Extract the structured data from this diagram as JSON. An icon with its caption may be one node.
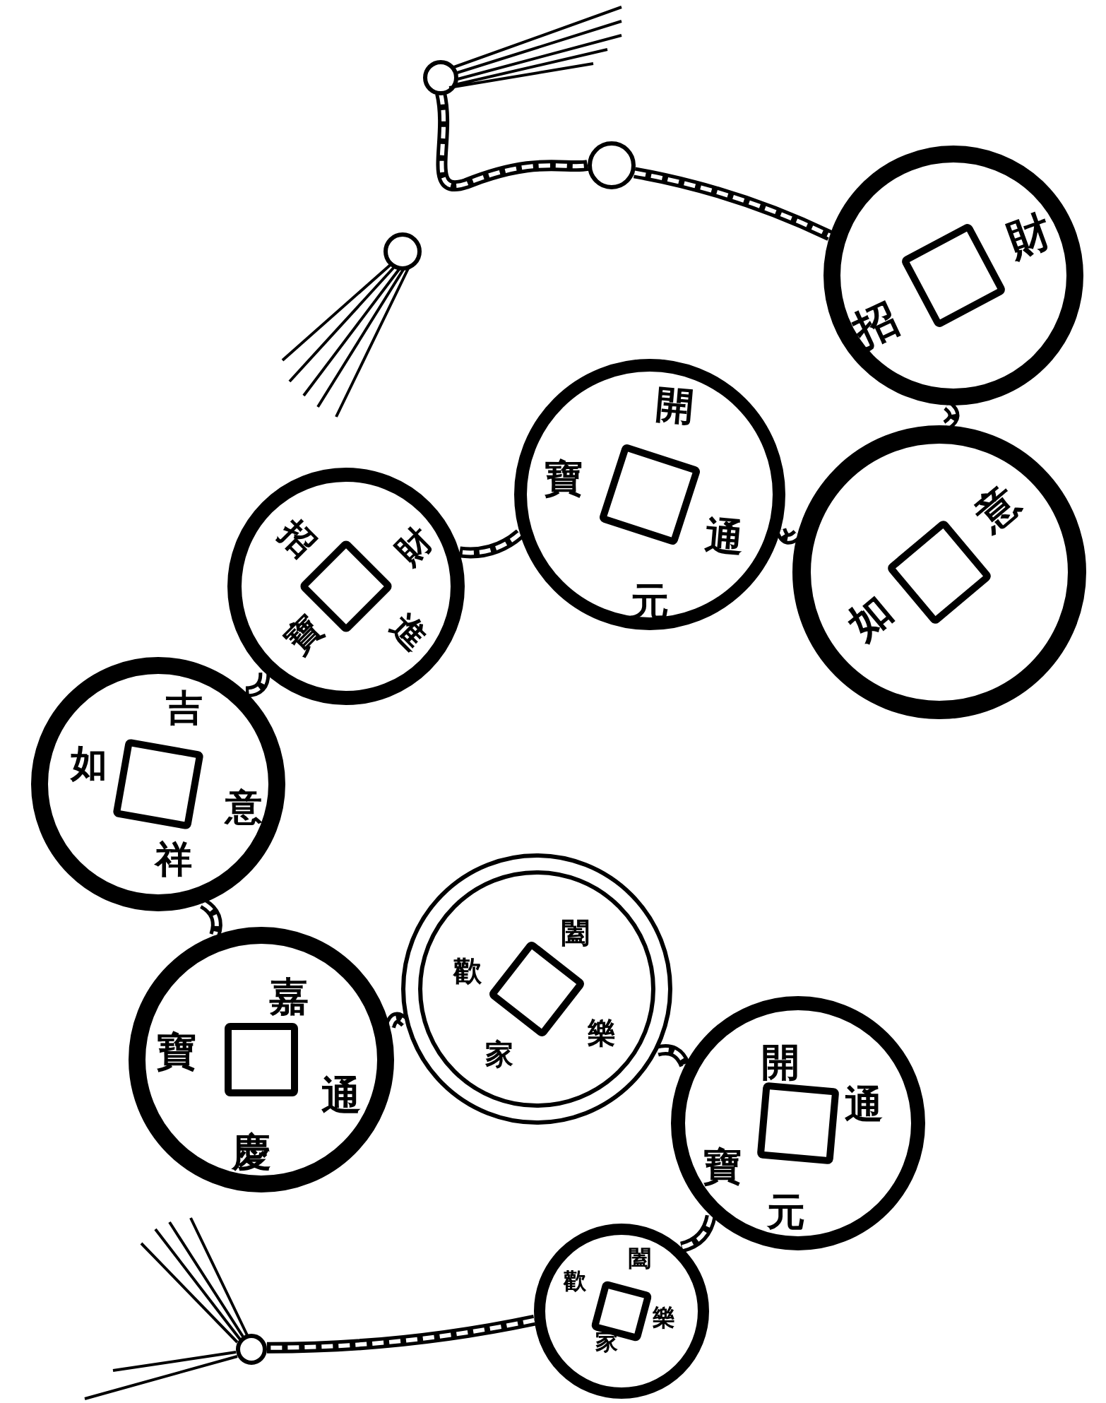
{
  "diagram": {
    "nodes": [
      {
        "text": [
          "財",
          "招"
        ]
      },
      {
        "text": [
          "開",
          "通",
          "元",
          "寶"
        ]
      },
      {
        "text": [
          "意",
          "如"
        ]
      },
      {
        "text": [
          "招",
          "財",
          "進",
          "寶"
        ]
      },
      {
        "text": [
          "吉",
          "意",
          "祥",
          "如"
        ]
      },
      {
        "text": [
          "嘉",
          "通",
          "慶",
          "寶"
        ]
      },
      {
        "text": [
          "闔",
          "樂",
          "家",
          "歡"
        ]
      },
      {
        "text": [
          "開",
          "通",
          "元",
          "寶"
        ]
      },
      {
        "text": [
          "闔",
          "樂",
          "家",
          "歡"
        ]
      },
      {
        "text": [],
        "shape": "box",
        "in": 0
      },
      {
        "text": [],
        "shape": "box",
        "in": 1
      },
      {
        "text": [],
        "shape": "box",
        "in": 2
      },
      {
        "text": [],
        "shape": "box",
        "in": 3
      },
      {
        "text": [],
        "shape": "box",
        "in": 4
      },
      {
        "text": [],
        "shape": "box",
        "in": 5
      },
      {
        "text": [],
        "shape": "box",
        "in": 6
      },
      {
        "text": [],
        "shape": "box",
        "in": 7
      },
      {
        "text": [],
        "shape": "box",
        "in": 8
      },
      {
        "text": [],
        "shape": "circle"
      },
      {
        "text": [],
        "shape": "circle"
      }
    ],
    "edges": [
      {
        "from": 18,
        "to": 0,
        "arrow": "none"
      },
      {
        "from": 0,
        "to": 2,
        "arrow": "none"
      },
      {
        "from": 2,
        "to": 1,
        "arrow": "none"
      },
      {
        "from": 1,
        "to": 3,
        "arrow": "none"
      },
      {
        "from": 3,
        "to": 4,
        "arrow": "none"
      },
      {
        "from": 4,
        "to": 5,
        "arrow": "none"
      },
      {
        "from": 5,
        "to": 6,
        "arrow": "none"
      },
      {
        "from": 6,
        "to": 7,
        "arrow": "none"
      },
      {
        "from": 7,
        "to": 8,
        "arrow": "none"
      },
      {
        "from": 8,
        "to": 19,
        "arrow": "none"
      }
    ]
  }
}
